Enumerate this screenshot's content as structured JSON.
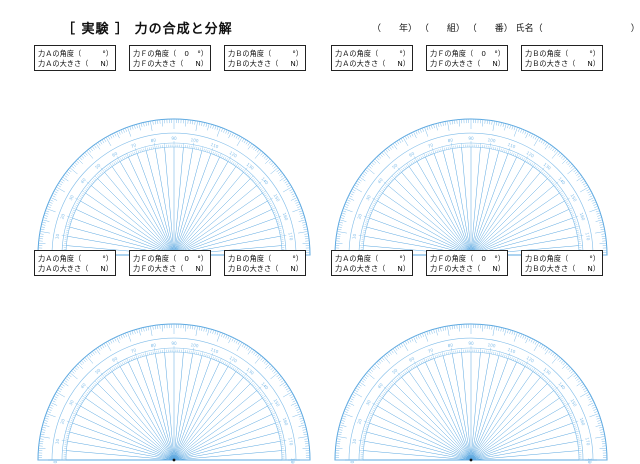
{
  "header": {
    "title": "［ 実験 ］ 力の合成と分解",
    "year_label": "（　　年）",
    "class_label": "（　　組）",
    "number_label": "（　　番）",
    "name_label": "氏名（",
    "name_close": "）"
  },
  "boxes": [
    {
      "id": "a",
      "line1": {
        "label": "力Ａの角度",
        "open": "（",
        "value": "",
        "unit": "°）"
      },
      "line2": {
        "label": "力Ａの大きさ",
        "open": "（",
        "value": "",
        "unit": "N）"
      }
    },
    {
      "id": "f",
      "line1": {
        "label": "力Ｆの角度",
        "open": "（",
        "value": "0",
        "unit": "°）"
      },
      "line2": {
        "label": "力Ｆの大きさ",
        "open": "（",
        "value": "",
        "unit": "N）"
      }
    },
    {
      "id": "b",
      "line1": {
        "label": "力Ｂの角度",
        "open": "（",
        "value": "",
        "unit": "°）"
      },
      "line2": {
        "label": "力Ｂの大きさ",
        "open": "（",
        "value": "",
        "unit": "N）"
      }
    }
  ],
  "protractor": {
    "major_labels": [
      "0",
      "10",
      "20",
      "30",
      "40",
      "50",
      "60",
      "70",
      "80",
      "90",
      "100",
      "110",
      "120",
      "130",
      "140",
      "150",
      "160",
      "170",
      "180"
    ],
    "line_color": "#5aa7e0",
    "tick_color": "#7fbce9",
    "center_color": "#111111"
  }
}
